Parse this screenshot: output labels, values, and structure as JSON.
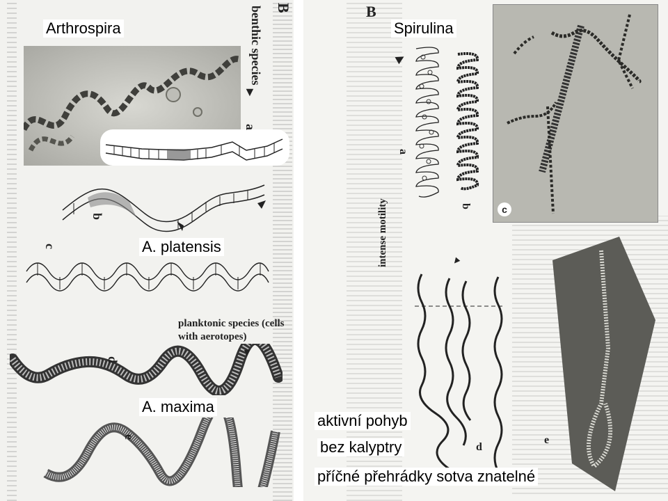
{
  "left": {
    "panel_letter": "B",
    "benthic_label": "benthic species",
    "planktonic_label": "planktonic species (cells with aerotopes)",
    "letters": {
      "a": "a",
      "b": "b",
      "c": "c",
      "d": "d",
      "e": "e"
    },
    "title_arthrospira": "Arthrospira",
    "title_platensis": "A. platensis",
    "title_maxima": "A. maxima"
  },
  "right": {
    "panel_letter": "B",
    "title_spirulina": "Spirulina",
    "motility_label": "intense motility",
    "letters": {
      "a": "a",
      "b": "b",
      "c": "c",
      "d": "d",
      "e": "e"
    },
    "notes": {
      "active_movement": "aktivní pohyb",
      "no_calyptra": "bez kalyptry",
      "cross_walls": "příčné přehrádky sotva znatelné"
    }
  }
}
